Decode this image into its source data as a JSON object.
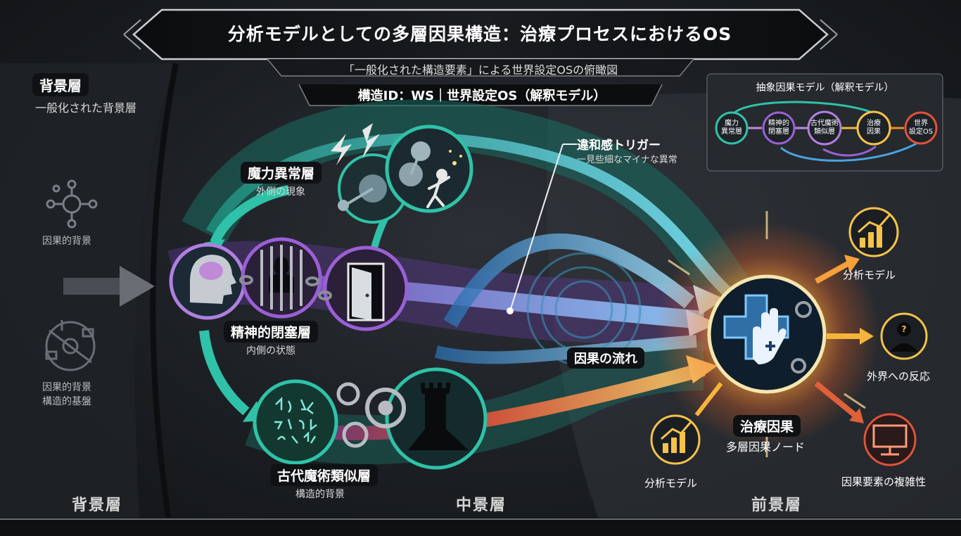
{
  "header": {
    "title": "分析モデルとしての多層因果構造：治療プロセスにおけるOS",
    "subtitle": "「一般化された構造要素」による世界設定OSの俯瞰図",
    "structure_id": "構造ID：WS｜世界設定OS（解釈モデル）"
  },
  "left_panel": {
    "title": "背景層",
    "subtitle": "一般化された背景層",
    "item1_label": "因果的背景",
    "item2_line1": "因果的背景",
    "item2_line2": "構造的基盤"
  },
  "layers": {
    "magic": {
      "title": "魔力異常層",
      "sub": "外側の現象"
    },
    "mental": {
      "title": "精神的閉塞層",
      "sub": "内側の状態"
    },
    "ancient": {
      "title": "古代魔術類似層",
      "sub": "構造的背景"
    }
  },
  "trigger": {
    "title": "違和感トリガー",
    "sub": "一見些細なマイナな異常"
  },
  "flow_label": "因果の流れ",
  "treatment": {
    "title": "治療因果",
    "sub": "多層因果ノード"
  },
  "outputs": {
    "analysis_top": "分析モデル",
    "external": "外界への反応",
    "complexity": "因果要素の複雑性",
    "analysis_bottom": "分析モデル"
  },
  "depth_labels": {
    "back": "背景層",
    "middle": "中景層",
    "front": "前景層"
  },
  "inset": {
    "title": "抽象因果モデル（解釈モデル）",
    "nodes": [
      {
        "line1": "魔力",
        "line2": "異常層"
      },
      {
        "line1": "精神的",
        "line2": "閉塞層"
      },
      {
        "line1": "古代魔術",
        "line2": "類似層"
      },
      {
        "line1": "治療",
        "line2": "因果"
      },
      {
        "line1": "世界",
        "line2": "設定OS"
      }
    ]
  },
  "icons": [
    "brain-icon",
    "prison-icon",
    "door-icon",
    "gear-icon",
    "tower-icon",
    "rune-icon",
    "plus-hand-icon",
    "chart-icon",
    "person-question-icon",
    "monitor-icon",
    "lightning-icon",
    "molecule-icon",
    "running-person-icon",
    "network-icon"
  ],
  "colors": {
    "teal": "#2fc2a8",
    "purple": "#9b5fd6",
    "blue": "#4aa3e0",
    "orange": "#f08a2a",
    "gold": "#f5c24a",
    "red": "#e0523a"
  }
}
